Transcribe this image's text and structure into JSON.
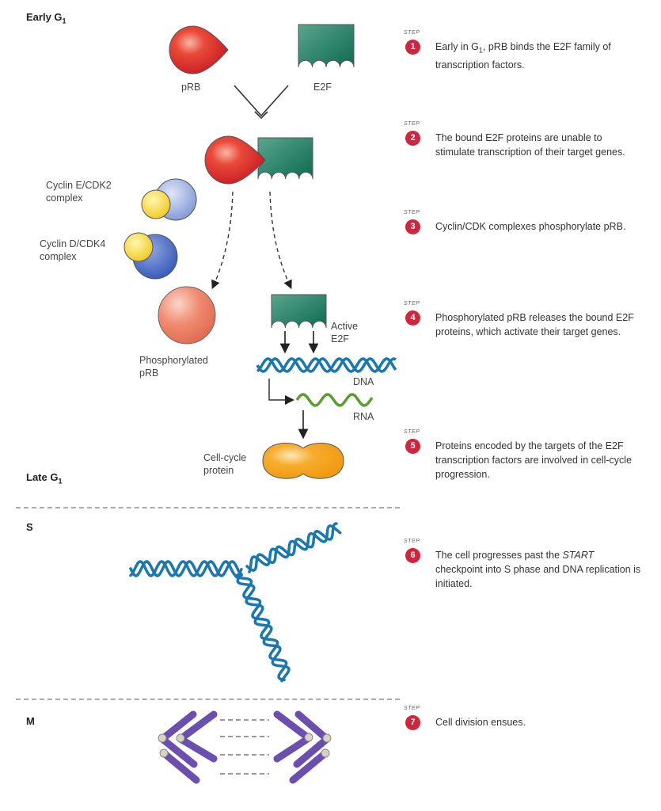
{
  "phases": {
    "early_g1": {
      "main": "Early G",
      "sub": "1"
    },
    "late_g1": {
      "main": "Late G",
      "sub": "1"
    },
    "s": "S",
    "m": "M"
  },
  "labels": {
    "prb": "pRB",
    "e2f": "E2F",
    "cyclin_e_line1": "Cyclin E/CDK2",
    "cyclin_e_line2": "complex",
    "cyclin_d_line1": "Cyclin D/CDK4",
    "cyclin_d_line2": "complex",
    "phos_line1": "Phosphorylated",
    "phos_line2": "pRB",
    "active_line1": "Active",
    "active_line2": "E2F",
    "dna": "DNA",
    "rna": "RNA",
    "protein_line1": "Cell-cycle",
    "protein_line2": "protein"
  },
  "step_tag": "STEP",
  "steps": [
    {
      "num": "1",
      "text_before": "Early in G",
      "text_sub": "1",
      "text_after": ", pRB binds the E2F family of transcription factors."
    },
    {
      "num": "2",
      "text": "The bound E2F proteins are unable to stimulate transcription of their target genes."
    },
    {
      "num": "3",
      "text": "Cyclin/CDK complexes phosphorylate pRB."
    },
    {
      "num": "4",
      "text": "Phosphorylated pRB releases the bound E2F proteins, which activate their target genes."
    },
    {
      "num": "5",
      "text": "Proteins encoded by the targets of the E2F transcription factors are involved in cell-cycle progression."
    },
    {
      "num": "6",
      "text_before": "The cell progresses past the ",
      "text_em": "START",
      "text_after": " checkpoint into S phase and DNA replication is initiated."
    },
    {
      "num": "7",
      "text": "Cell division ensues."
    }
  ],
  "colors": {
    "prb_red": "#e0262b",
    "e2f_green": "#1e7a62",
    "cdk2_blue": "#8fa5dc",
    "cdk4_blue": "#4a6cc4",
    "cyclin_yellow": "#f5d631",
    "phos_prb": "#ec7a62",
    "dna_blue": "#1a78b0",
    "rna_green": "#5a9e2e",
    "protein_orange": "#f5a020",
    "chromosome_purple": "#6a4fae",
    "step_badge": "#d0253c"
  }
}
